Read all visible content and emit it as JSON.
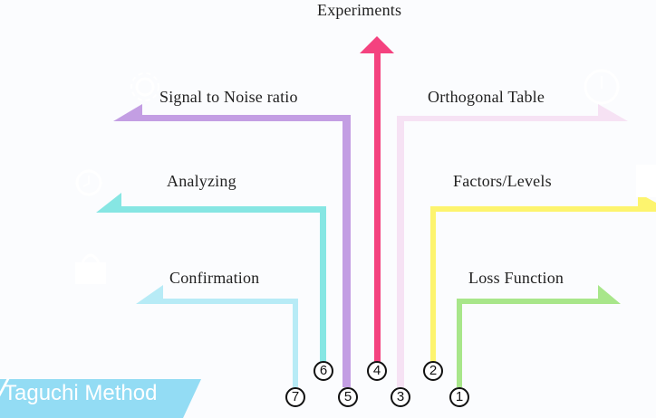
{
  "title": "Taguchi Method",
  "top_label": "Experiments",
  "steps": [
    {
      "number": "1",
      "label": "Loss Function",
      "color": "#a8e68a",
      "side": "right"
    },
    {
      "number": "2",
      "label": "Factors/Levels",
      "color": "#fdf46e",
      "side": "right"
    },
    {
      "number": "3",
      "label": "Orthogonal Table",
      "color": "#f6e2f4",
      "side": "right"
    },
    {
      "number": "4",
      "label": "Experiments",
      "color": "#f4427f",
      "side": "up"
    },
    {
      "number": "5",
      "label": "Signal to Noise ratio",
      "color": "#c39ee3",
      "side": "left"
    },
    {
      "number": "6",
      "label": "Analyzing",
      "color": "#86e6e3",
      "side": "left"
    },
    {
      "number": "7",
      "label": "Confirmation",
      "color": "#b7ebf6",
      "side": "left"
    }
  ],
  "icons": {
    "signal_to_noise": "gear-icon",
    "analyzing": "alarm-clock-icon",
    "confirmation": "bag-icon",
    "orthogonal_table": "clock-icon",
    "factors_levels": "document-icon"
  },
  "colors": {
    "banner": "#93dcf4",
    "background": "#fbfcfe"
  }
}
